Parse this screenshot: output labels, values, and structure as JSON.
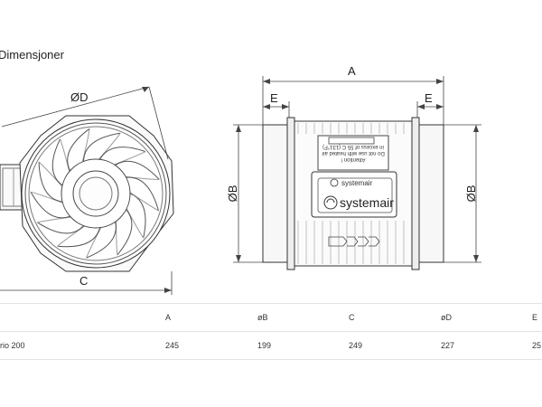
{
  "page_title": "Dimensjoner",
  "drawing": {
    "front_view": {
      "dimension_d": "ØD",
      "dimension_c": "C"
    },
    "side_view": {
      "dimension_a": "A",
      "dimension_e_left": "E",
      "dimension_e_right": "E",
      "dimension_b_left": "ØB",
      "dimension_b_right": "ØB",
      "label_line1": "Attention !",
      "label_line2": "Do not use with heated air",
      "label_line3": "in excess of 55 C (131°F)",
      "brand_top": "systemair",
      "brand_main": "systemair"
    }
  },
  "table": {
    "headers": [
      "",
      "A",
      "øB",
      "C",
      "øD",
      "E"
    ],
    "rows": [
      [
        "rio 200",
        "245",
        "199",
        "249",
        "227",
        "25"
      ]
    ]
  }
}
